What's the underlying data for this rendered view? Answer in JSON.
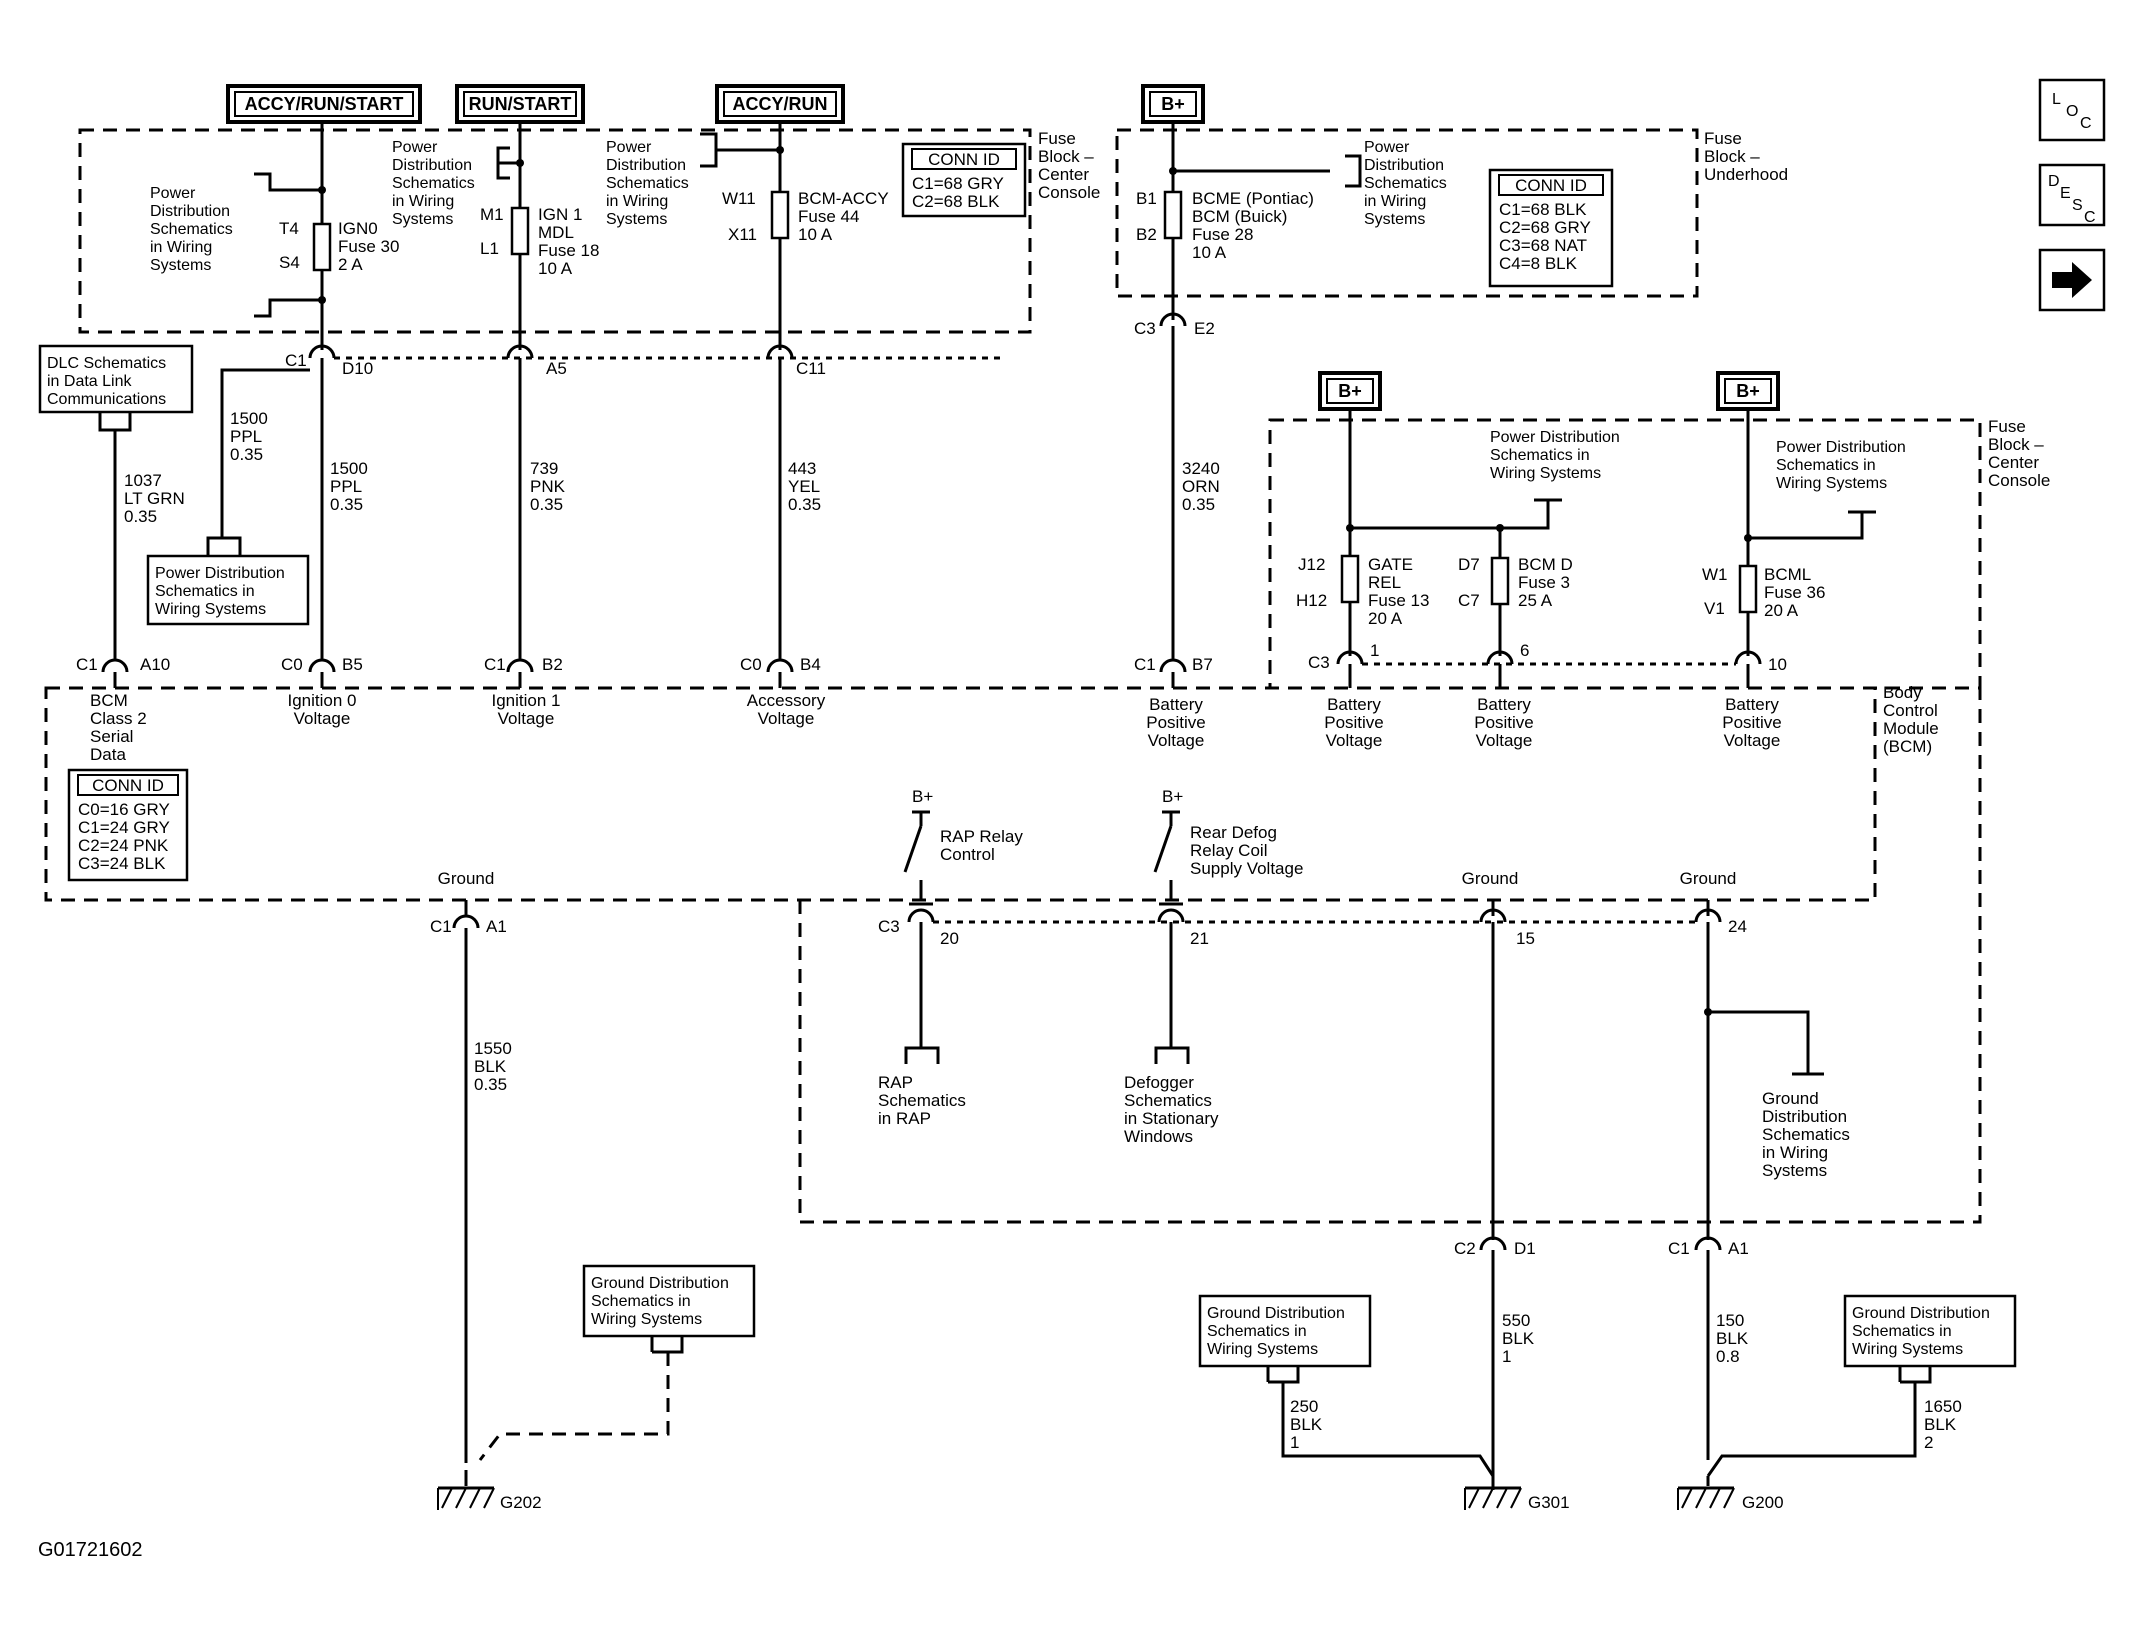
{
  "nav": {
    "loc": {
      "l": "L",
      "o": "O",
      "c": "C"
    },
    "desc": {
      "d": "D",
      "e": "E",
      "s": "S",
      "c": "C"
    }
  },
  "sources": {
    "accy_run_start": "ACCY/RUN/START",
    "run_start": "RUN/START",
    "accy_run": "ACCY/RUN",
    "b_plus": "B+"
  },
  "blocks": {
    "center_console": {
      "line1": "Fuse",
      "line2": "Block –",
      "line3": "Center",
      "line4": "Console"
    },
    "underhood": {
      "line1": "Fuse",
      "line2": "Block –",
      "line3": "Underhood"
    },
    "center_console_2": {
      "line1": "Fuse",
      "line2": "Block –",
      "line3": "Center",
      "line4": "Console"
    },
    "bcm": {
      "line1": "Body",
      "line2": "Control",
      "line3": "Module",
      "line4": "(BCM)"
    }
  },
  "conn_ids": {
    "center": {
      "title": "CONN ID",
      "rows": [
        "C1=68 GRY",
        "C2=68 BLK"
      ]
    },
    "underhood": {
      "title": "CONN ID",
      "rows": [
        "C1=68 BLK",
        "C2=68 GRY",
        "C3=68 NAT",
        "C4=8 BLK"
      ]
    },
    "bcm": {
      "title": "CONN ID",
      "rows": [
        "C0=16 GRY",
        "C1=24 GRY",
        "C2=24 PNK",
        "C3=24 BLK"
      ]
    }
  },
  "refs": {
    "pd_1": [
      "Power",
      "Distribution",
      "Schematics",
      "in Wiring",
      "Systems"
    ],
    "pd_2": [
      "Power",
      "Distribution",
      "Schematics",
      "in Wiring",
      "Systems"
    ],
    "pd_3": [
      "Power",
      "Distribution",
      "Schematics",
      "in Wiring",
      "Systems"
    ],
    "pd_4": [
      "Power",
      "Distribution",
      "Schematics",
      "in Wiring",
      "Systems"
    ],
    "pd_5": [
      "Power Distribution",
      "Schematics in",
      "Wiring Systems"
    ],
    "pd_6": [
      "Power Distribution",
      "Schematics in",
      "Wiring Systems"
    ],
    "pd_box": [
      "Power Distribution",
      "Schematics in",
      "Wiring  Systems"
    ],
    "dlc_box": [
      "DLC Schematics",
      "in Data Link",
      "Communications"
    ],
    "rap": [
      "RAP",
      "Schematics",
      "in RAP"
    ],
    "defog": [
      "Defogger",
      "Schematics",
      "in Stationary",
      "Windows"
    ],
    "gd_text": [
      "Ground",
      "Distribution",
      "Schematics",
      "in Wiring",
      "Systems"
    ],
    "gd_box1": [
      "Ground Distribution",
      "Schematics in",
      "Wiring Systems"
    ],
    "gd_box2": [
      "Ground Distribution",
      "Schematics in",
      "Wiring Systems"
    ],
    "gd_box3": [
      "Ground Distribution",
      "Schematics in",
      "Wiring Systems"
    ]
  },
  "fuses": {
    "ign0": {
      "pin_top": "T4",
      "pin_bot": "S4",
      "name": "IGN0",
      "fuse": "Fuse 30",
      "amps": "2 A"
    },
    "ign1": {
      "pin_top": "M1",
      "pin_bot": "L1",
      "name1": "IGN 1",
      "name2": "MDL",
      "fuse": "Fuse 18",
      "amps": "10 A"
    },
    "bcm_accy": {
      "pin_top": "W11",
      "pin_bot": "X11",
      "name": "BCM-ACCY",
      "fuse": "Fuse 44",
      "amps": "10 A"
    },
    "bcme": {
      "pin_top": "B1",
      "pin_bot": "B2",
      "name1": "BCME  (Pontiac)",
      "name2": "BCM    (Buick)",
      "fuse": "Fuse 28",
      "amps": "10 A"
    },
    "gate_rel": {
      "pin_top": "J12",
      "pin_bot": "H12",
      "name1": "GATE",
      "name2": "REL",
      "fuse": "Fuse 13",
      "amps": "20 A"
    },
    "bcm_d": {
      "pin_top": "D7",
      "pin_bot": "C7",
      "name": "BCM D",
      "fuse": "Fuse 3",
      "amps": "25 A"
    },
    "bcml": {
      "pin_top": "W1",
      "pin_bot": "V1",
      "name": "BCML",
      "fuse": "Fuse 36",
      "amps": "20 A"
    }
  },
  "connectors": {
    "c1_d10": {
      "conn": "C1",
      "pin": "D10"
    },
    "a5": "A5",
    "c11": "C11",
    "c3_e2": {
      "conn": "C3",
      "pin": "E2"
    },
    "c1_a10": {
      "conn": "C1",
      "pin": "A10"
    },
    "c0_b5": {
      "conn": "C0",
      "pin": "B5"
    },
    "c1_b2": {
      "conn": "C1",
      "pin": "B2"
    },
    "c0_b4": {
      "conn": "C0",
      "pin": "B4"
    },
    "c1_b7": {
      "conn": "C1",
      "pin": "B7"
    },
    "c3_1": {
      "conn": "C3",
      "pin": "1"
    },
    "p6": "6",
    "p10": "10",
    "c1_a1": {
      "conn": "C1",
      "pin": "A1"
    },
    "c3_20": {
      "conn": "C3",
      "pin": "20"
    },
    "p21": "21",
    "p15": "15",
    "p24": "24",
    "c2_d1": {
      "conn": "C2",
      "pin": "D1"
    },
    "c1_a1b": {
      "conn": "C1",
      "pin": "A1"
    }
  },
  "wires": {
    "w1037": [
      "1037",
      "LT GRN",
      "0.35"
    ],
    "w1500a": [
      "1500",
      "PPL",
      "0.35"
    ],
    "w1500b": [
      "1500",
      "PPL",
      "0.35"
    ],
    "w739": [
      "739",
      "PNK",
      "0.35"
    ],
    "w443": [
      "443",
      "YEL",
      "0.35"
    ],
    "w3240": [
      "3240",
      "ORN",
      "0.35"
    ],
    "w1550": [
      "1550",
      "BLK",
      "0.35"
    ],
    "w550": [
      "550",
      "BLK",
      "1"
    ],
    "w150": [
      "150",
      "BLK",
      "0.8"
    ],
    "w250": [
      "250",
      "BLK",
      "1"
    ],
    "w1650": [
      "1650",
      "BLK",
      "2"
    ]
  },
  "bcm_inputs": {
    "serial": [
      "BCM",
      "Class 2",
      "Serial",
      "Data"
    ],
    "ign0": [
      "Ignition 0",
      "Voltage"
    ],
    "ign1": [
      "Ignition 1",
      "Voltage"
    ],
    "accy": [
      "Accessory",
      "Voltage"
    ],
    "batt1": [
      "Battery",
      "Positive",
      "Voltage"
    ],
    "batt2": [
      "Battery",
      "Positive",
      "Voltage"
    ],
    "batt3": [
      "Battery",
      "Positive",
      "Voltage"
    ],
    "batt4": [
      "Battery",
      "Positive",
      "Voltage"
    ]
  },
  "outputs": {
    "bplus1": "B+",
    "bplus2": "B+",
    "rap": [
      "RAP Relay",
      "Control"
    ],
    "defog": [
      "Rear Defog",
      "Relay Coil",
      "Supply Voltage"
    ],
    "ground1": "Ground",
    "ground2": "Ground",
    "ground3": "Ground"
  },
  "grounds": {
    "g202": "G202",
    "g301": "G301",
    "g200": "G200"
  },
  "figure_id": "G01721602"
}
